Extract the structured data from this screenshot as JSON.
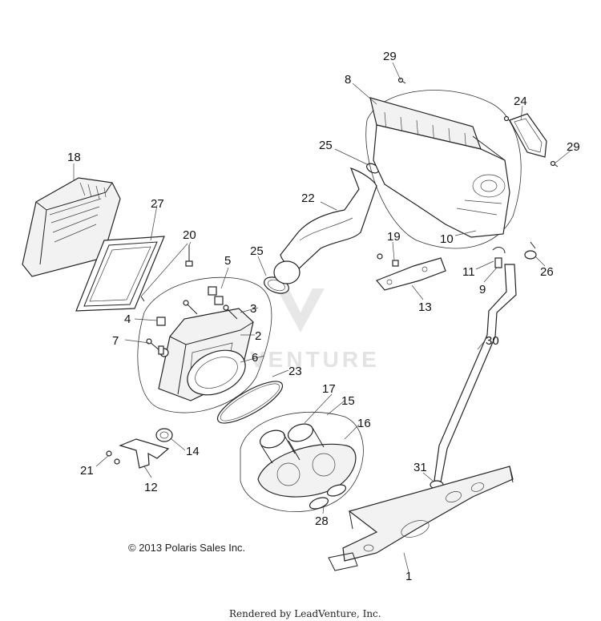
{
  "diagram": {
    "callouts": [
      "1",
      "2",
      "3",
      "4",
      "5",
      "6",
      "7",
      "8",
      "9",
      "10",
      "11",
      "12",
      "13",
      "14",
      "15",
      "16",
      "17",
      "18",
      "19",
      "20",
      "21",
      "22",
      "23",
      "24",
      "25",
      "26",
      "27",
      "28",
      "29",
      "29",
      "30",
      "31"
    ],
    "copyright": "© 2013 Polaris Sales Inc.",
    "rendered_by": "Rendered by LeadVenture, Inc.",
    "watermark": "VENTURE"
  }
}
